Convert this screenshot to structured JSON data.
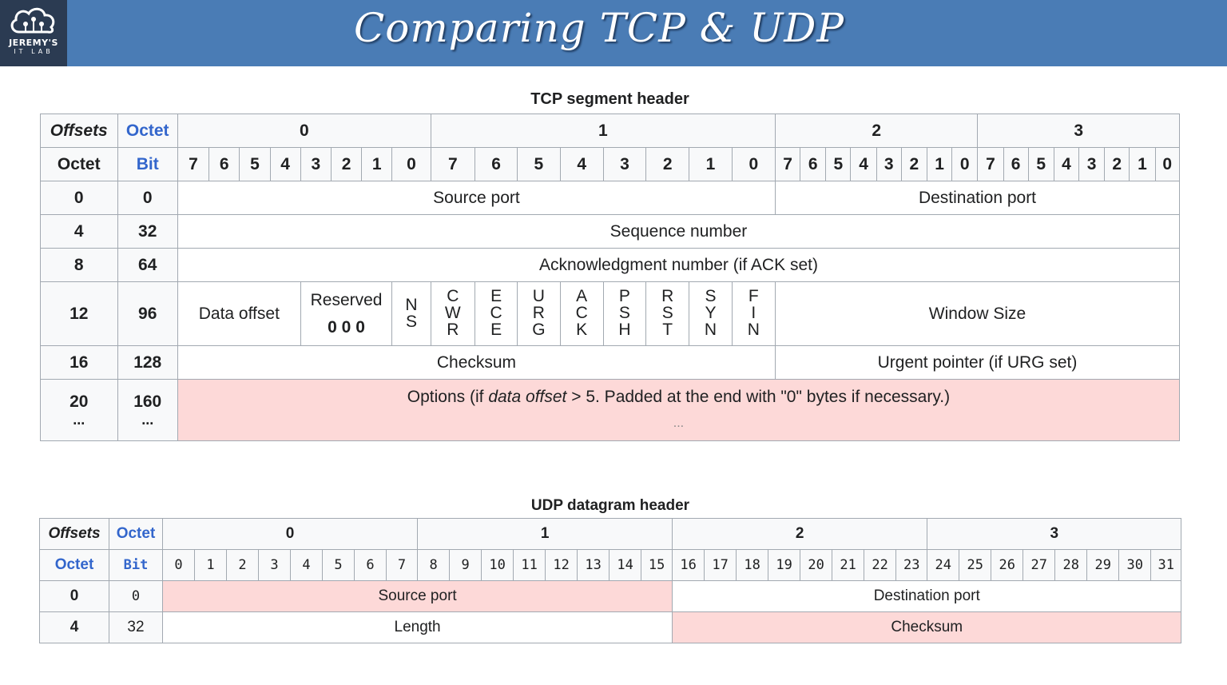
{
  "header": {
    "logo_line1": "JEREMY'S",
    "logo_line2": "IT LAB",
    "title": "Comparing TCP & UDP",
    "bar_color": "#4a7cb5",
    "logo_bg_color": "#2b3b52"
  },
  "tcp": {
    "caption": "TCP segment header",
    "offsets_label": "Offsets",
    "octet_label": "Octet",
    "bit_label": "Bit",
    "octets": [
      "0",
      "1",
      "2",
      "3"
    ],
    "bits": [
      "7",
      "6",
      "5",
      "4",
      "3",
      "2",
      "1",
      "0"
    ],
    "rows": [
      {
        "octet": "0",
        "bit": "0"
      },
      {
        "octet": "4",
        "bit": "32"
      },
      {
        "octet": "8",
        "bit": "64"
      },
      {
        "octet": "12",
        "bit": "96"
      },
      {
        "octet": "16",
        "bit": "128"
      },
      {
        "octet": "20",
        "bit": "160",
        "ellipsis": "..."
      }
    ],
    "fields": {
      "source_port": "Source port",
      "destination_port": "Destination port",
      "sequence_number": "Sequence number",
      "ack_number": "Acknowledgment number (if ACK set)",
      "data_offset": "Data offset",
      "reserved": "Reserved",
      "reserved_bits": "0 0 0",
      "window_size": "Window Size",
      "checksum": "Checksum",
      "urgent_pointer": "Urgent pointer (if URG set)",
      "options_prefix": "Options (if ",
      "options_italic": "data offset",
      "options_suffix": " > 5. Padded at the end with \"0\" bytes if necessary.)",
      "options_ellipsis": "..."
    },
    "flags": [
      [
        "N",
        "S"
      ],
      [
        "C",
        "W",
        "R"
      ],
      [
        "E",
        "C",
        "E"
      ],
      [
        "U",
        "R",
        "G"
      ],
      [
        "A",
        "C",
        "K"
      ],
      [
        "P",
        "S",
        "H"
      ],
      [
        "R",
        "S",
        "T"
      ],
      [
        "S",
        "Y",
        "N"
      ],
      [
        "F",
        "I",
        "N"
      ]
    ]
  },
  "udp": {
    "caption": "UDP datagram header",
    "offsets_label": "Offsets",
    "octet_label": "Octet",
    "bit_label": "Bit",
    "octets": [
      "0",
      "1",
      "2",
      "3"
    ],
    "bits": [
      "0",
      "1",
      "2",
      "3",
      "4",
      "5",
      "6",
      "7",
      "8",
      "9",
      "10",
      "11",
      "12",
      "13",
      "14",
      "15",
      "16",
      "17",
      "18",
      "19",
      "20",
      "21",
      "22",
      "23",
      "24",
      "25",
      "26",
      "27",
      "28",
      "29",
      "30",
      "31"
    ],
    "rows": [
      {
        "octet": "0",
        "bit": "0"
      },
      {
        "octet": "4",
        "bit": "32"
      }
    ],
    "fields": {
      "source_port": "Source port",
      "destination_port": "Destination port",
      "length": "Length",
      "checksum": "Checksum"
    }
  },
  "colors": {
    "highlight": "#fdd9d8",
    "link": "#3366cc",
    "border": "#a2a9b1",
    "header_cell": "#f8f9fa"
  }
}
